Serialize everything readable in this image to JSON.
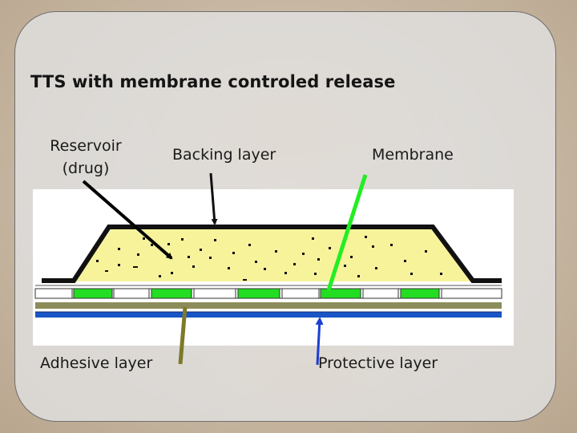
{
  "title": "TTS with membrane controled release",
  "labels": {
    "reservoir_line1": "Reservoir",
    "reservoir_line2": "(drug)",
    "backing": "Backing layer",
    "membrane": "Membrane",
    "adhesive": "Adhesive layer",
    "protective": "Protective layer"
  },
  "colors": {
    "reservoir_fill": "#f7f39b",
    "backing_layer": "#111111",
    "membrane_pores": "#22dd22",
    "adhesive_layer": "#8c8c5a",
    "protective_layer": "#1a55c8",
    "reservoir_arrow": "#000000",
    "backing_arrow": "#111111",
    "membrane_arrow": "#22ee22",
    "adhesive_arrow": "#7d7a2a",
    "protective_arrow": "#1a3fd0"
  }
}
